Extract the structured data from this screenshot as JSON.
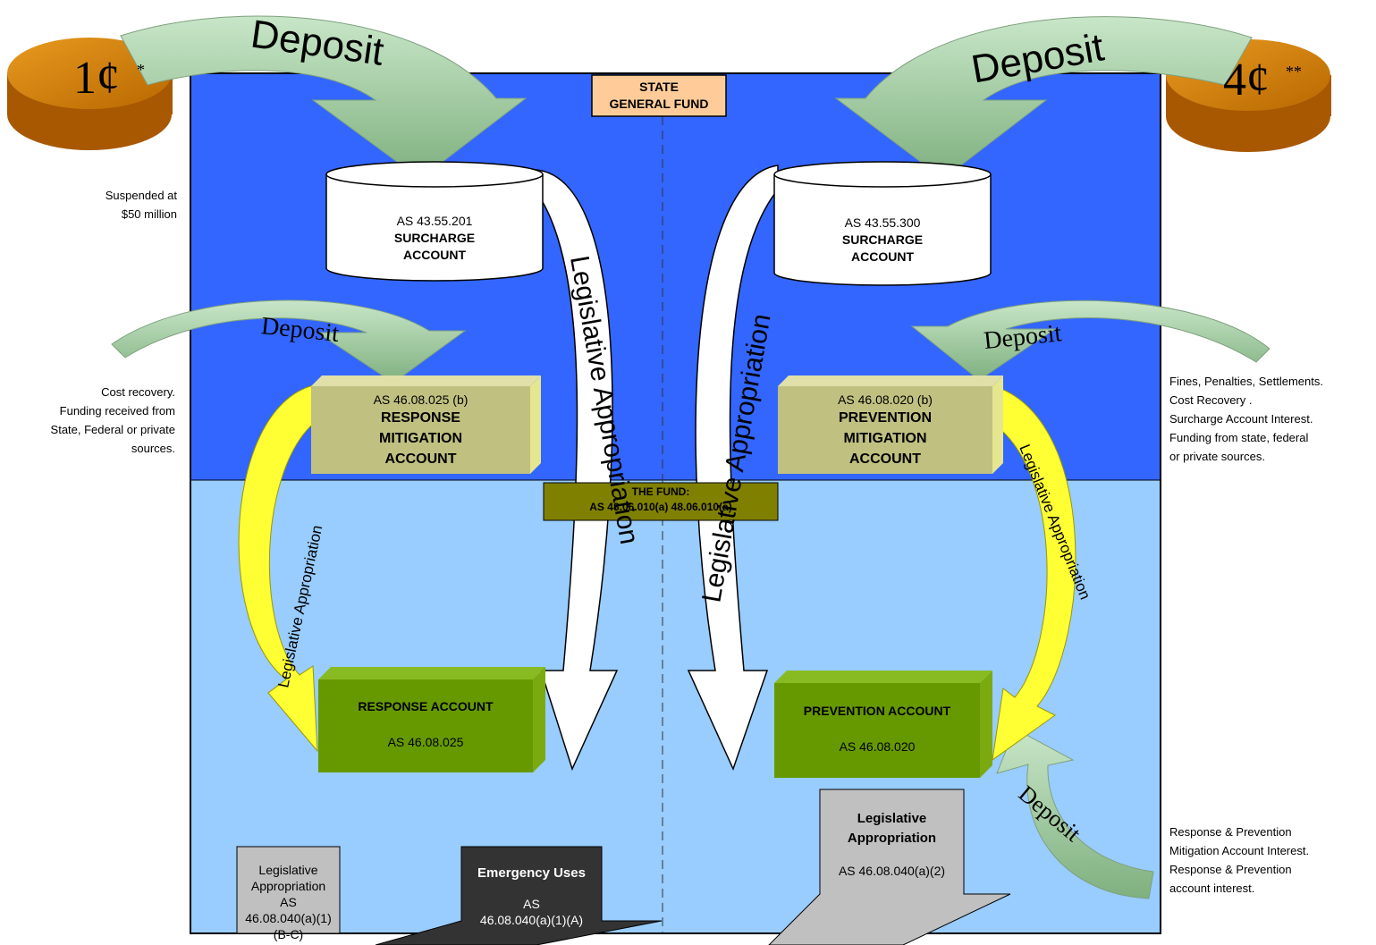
{
  "coins": {
    "left": {
      "amount": "1¢",
      "mark": "*",
      "color": "#cc7a00"
    },
    "right": {
      "amount": "4¢",
      "mark": "**",
      "color": "#cc7a00"
    }
  },
  "arrow_labels": {
    "deposit": "Deposit",
    "legislative_appropriation": "Legislative Appropriation"
  },
  "state_general_fund": {
    "line1": "STATE",
    "line2": "GENERAL FUND"
  },
  "surcharge_left": {
    "statute": "AS 43.55.201",
    "line1": "SURCHARGE",
    "line2": "ACCOUNT"
  },
  "surcharge_right": {
    "statute": "AS 43.55.300",
    "line1": "SURCHARGE",
    "line2": "ACCOUNT"
  },
  "response_mitigation": {
    "statute": "AS 46.08.025 (b)",
    "line1": "RESPONSE",
    "line2": "MITIGATION",
    "line3": "ACCOUNT"
  },
  "prevention_mitigation": {
    "statute": "AS 46.08.020 (b)",
    "line1": "PREVENTION",
    "line2": "MITIGATION",
    "line3": "ACCOUNT"
  },
  "the_fund": {
    "line1": "THE FUND:",
    "line2": "AS 48.06.010(a) 48.06.010(a)"
  },
  "response_account": {
    "title": "RESPONSE ACCOUNT",
    "statute": "AS 46.08.025"
  },
  "prevention_account": {
    "title": "PREVENTION ACCOUNT",
    "statute": "AS 46.08.020"
  },
  "bottom_left": {
    "line1": "Legislative",
    "line2": "Appropriation",
    "line3": "AS",
    "line4": "46.08.040(a)(1)",
    "line5": "(B-C)"
  },
  "emergency": {
    "title": "Emergency Uses",
    "line1": "AS",
    "line2": "46.08.040(a)(1)(A)"
  },
  "bottom_right": {
    "line1": "Legislative",
    "line2": "Appropriation",
    "line3": "AS 46.08.040(a)(2)"
  },
  "notes": {
    "suspended": [
      "Suspended at",
      "$50 million"
    ],
    "cost_recovery": [
      "Cost recovery.",
      "Funding  received from",
      "State, Federal or private",
      "sources."
    ],
    "fines": [
      "Fines, Penalties, Settlements.",
      "Cost Recovery .",
      "Surcharge Account Interest.",
      "Funding from state, federal",
      "or private sources."
    ],
    "interest": [
      "Response & Prevention",
      "Mitigation Account Interest.",
      "Response & Prevention",
      "account interest."
    ]
  },
  "colors": {
    "upper_panel": "#3366ff",
    "lower_panel": "#99ccff",
    "deposit_arrow": "#a8d4a8",
    "yellow_arrow": "#ffff33",
    "mitigation_box": "#c0c080",
    "account_box": "#669900",
    "fund_box": "#808000",
    "general_fund_box": "#ffcc99",
    "grey_arrow": "#c0c0c0",
    "emergency_box": "#333333"
  }
}
